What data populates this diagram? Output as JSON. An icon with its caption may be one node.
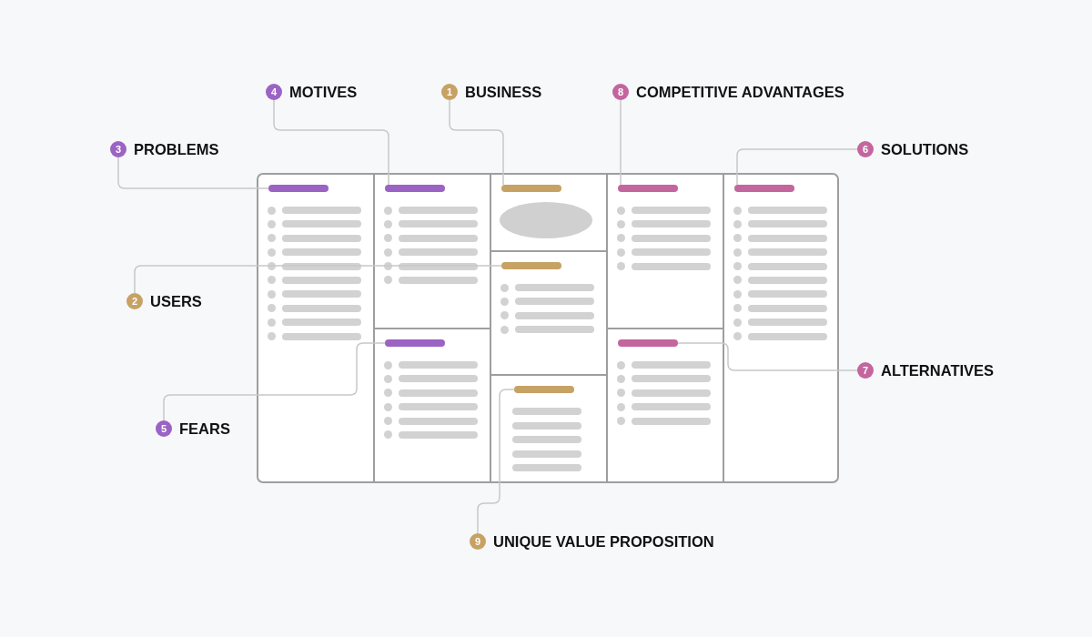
{
  "diagram": {
    "nodes": [
      {
        "text": [
          "4"
        ],
        "beside": [
          "MOTIVES"
        ]
      },
      {
        "text": [
          "1"
        ],
        "beside": [
          "BUSINESS"
        ]
      },
      {
        "text": [
          "8"
        ],
        "beside": [
          "COMPETITIVE ADVANTAGES"
        ]
      },
      {
        "text": [
          "3"
        ],
        "beside": [
          "PROBLEMS"
        ]
      },
      {
        "text": [
          "6"
        ],
        "beside": [
          "SOLUTIONS"
        ]
      },
      {
        "text": [
          "2"
        ],
        "beside": [
          "USERS"
        ]
      },
      {
        "text": [
          "7"
        ],
        "beside": [
          "ALTERNATIVES"
        ]
      },
      {
        "text": [
          "5"
        ],
        "beside": [
          "FEARS"
        ]
      },
      {
        "text": [
          "9"
        ],
        "beside": [
          "UNIQUE VALUE PROPOSITION"
        ]
      },
      {
        "text": [],
        "shape": "box"
      },
      {
        "text": [],
        "shape": "box",
        "in": 9
      },
      {
        "text": [],
        "shape": "bar",
        "in": 10
      },
      {
        "text": [],
        "shape": "box",
        "in": 9
      },
      {
        "text": [],
        "shape": "bar",
        "in": 12
      },
      {
        "text": [],
        "shape": "box",
        "in": 9
      },
      {
        "text": [],
        "shape": "bar",
        "in": 14
      },
      {
        "text": [],
        "shape": "box",
        "in": 9
      },
      {
        "text": [],
        "shape": "bar",
        "in": 16
      },
      {
        "text": [],
        "shape": "box",
        "in": 9
      },
      {
        "text": [],
        "shape": "bar",
        "in": 18
      },
      {
        "text": [],
        "shape": "box",
        "in": 9
      },
      {
        "text": [],
        "shape": "bar",
        "in": 20
      },
      {
        "text": [],
        "shape": "box",
        "in": 9
      },
      {
        "text": [],
        "shape": "bar",
        "in": 22
      },
      {
        "text": [],
        "shape": "box",
        "in": 9
      },
      {
        "text": [],
        "shape": "bar",
        "in": 24
      },
      {
        "text": [],
        "shape": "box",
        "in": 9
      },
      {
        "text": [],
        "shape": "bar",
        "in": 26
      }
    ],
    "edges": [
      {
        "from": 0,
        "to": 13,
        "arrow": "none"
      },
      {
        "from": 1,
        "to": 17,
        "arrow": "none"
      },
      {
        "from": 2,
        "to": 23,
        "arrow": "none"
      },
      {
        "from": 3,
        "to": 11,
        "arrow": "none"
      },
      {
        "from": 4,
        "to": 27,
        "arrow": "none"
      },
      {
        "from": 5,
        "to": 19,
        "arrow": "none"
      },
      {
        "from": 6,
        "to": 25,
        "arrow": "none"
      },
      {
        "from": 7,
        "to": 15,
        "arrow": "none"
      },
      {
        "from": 8,
        "to": 21,
        "arrow": "none"
      }
    ]
  }
}
